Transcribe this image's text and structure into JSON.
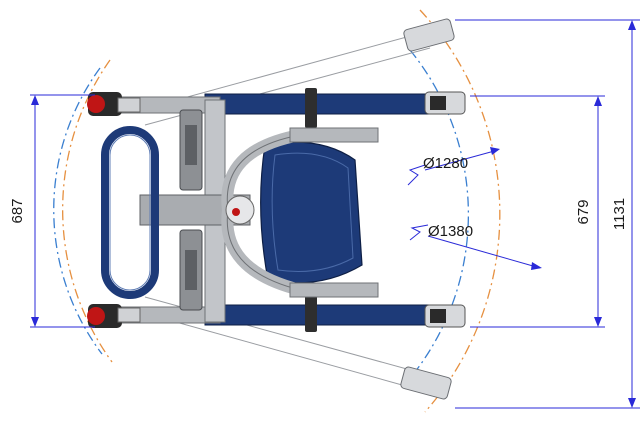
{
  "dimensions": {
    "width_left": "687",
    "width_inner_right": "679",
    "length_outer_right": "1131",
    "turning_diameter_inner": "Ø1280",
    "turning_diameter_outer": "Ø1380"
  },
  "colors": {
    "dimension_line": "#2a2ad8",
    "arc_inner": "#3a7fd0",
    "arc_outer": "#e69040",
    "frame_gray": "#b5b8bc",
    "frame_dark": "#7a7d82",
    "navy": "#1d3a78",
    "wheel_red": "#c01515",
    "wheel_dark": "#2a2a2a"
  }
}
